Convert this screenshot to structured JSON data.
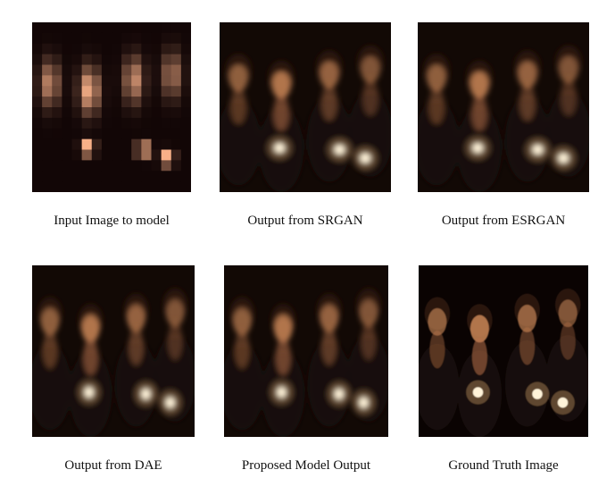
{
  "figure": {
    "panels": [
      {
        "caption": "Input Image to model",
        "image": "pixelated low-resolution dark image of four people holding candles",
        "quality": "pixelated"
      },
      {
        "caption": "Output from SRGAN",
        "image": "blurry upscaled dark image of four people holding candles",
        "quality": "blurry"
      },
      {
        "caption": "Output from ESRGAN",
        "image": "blurry upscaled dark image of four people holding candles",
        "quality": "blurry"
      },
      {
        "caption": "Output from DAE",
        "image": "blurry upscaled dark image of four people holding candles",
        "quality": "blurry"
      },
      {
        "caption": "Proposed Model Output",
        "image": "blurry upscaled dark image of four people holding candles",
        "quality": "blurry"
      },
      {
        "caption": "Ground Truth Image",
        "image": "sharp dark photo of four women holding lit candles",
        "quality": "sharp"
      }
    ],
    "colors": {
      "background": "#ffffff",
      "panel_dark": "#0b0605",
      "skin_glow": "#c98656",
      "candle": "#fff3d9"
    }
  }
}
